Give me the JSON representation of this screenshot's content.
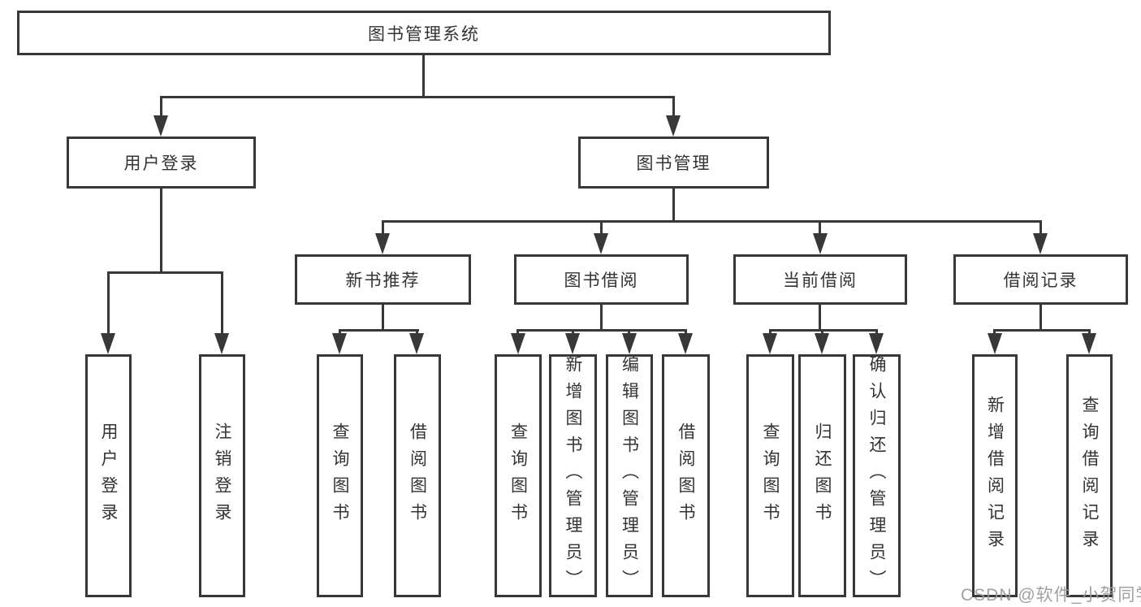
{
  "tree": {
    "root": {
      "label": "图书管理系统"
    },
    "children": [
      {
        "label": "用户登录",
        "children": [
          {
            "label": "用户登录"
          },
          {
            "label": "注销登录"
          }
        ]
      },
      {
        "label": "图书管理",
        "children": [
          {
            "label": "新书推荐",
            "children": [
              {
                "label": "查询图书"
              },
              {
                "label": "借阅图书"
              }
            ]
          },
          {
            "label": "图书借阅",
            "children": [
              {
                "label": "查询图书"
              },
              {
                "label": "新增图书（管理员）"
              },
              {
                "label": "编辑图书（管理员）"
              },
              {
                "label": "借阅图书"
              }
            ]
          },
          {
            "label": "当前借阅",
            "children": [
              {
                "label": "查询图书"
              },
              {
                "label": "归还图书"
              },
              {
                "label": "确认归还（管理员）"
              }
            ]
          },
          {
            "label": "借阅记录",
            "children": [
              {
                "label": "新增借阅记录"
              },
              {
                "label": "查询借阅记录"
              }
            ]
          }
        ]
      }
    ]
  },
  "watermark": "CSDN @软件_小贺同学",
  "colors": {
    "line": "#383838",
    "text": "#333333",
    "watermark": "#989898",
    "background": "#ffffff"
  }
}
